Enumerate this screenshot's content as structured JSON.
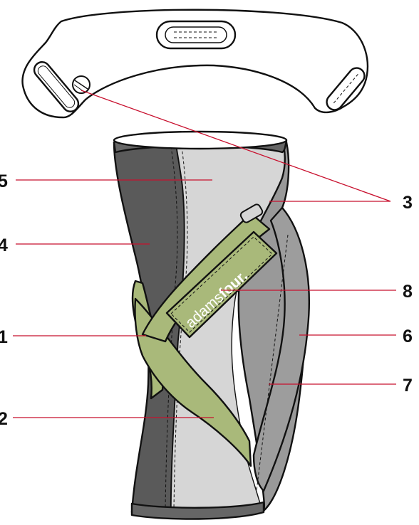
{
  "diagram": {
    "brand_text_regular": "adams",
    "brand_text_bold": "four.",
    "colors": {
      "dark_panel": "#5a5a5a",
      "light_panel": "#d6d6d6",
      "mid_panel": "#999999",
      "strap_green": "#a9b97a",
      "outline": "#111111",
      "leader_line": "#c8102e",
      "cuff_band": "#666666"
    },
    "callouts": {
      "c1": "1",
      "c2": "2",
      "c3": "3",
      "c4": "4",
      "c5": "5",
      "c6": "6",
      "c7": "7",
      "c8": "8"
    }
  }
}
